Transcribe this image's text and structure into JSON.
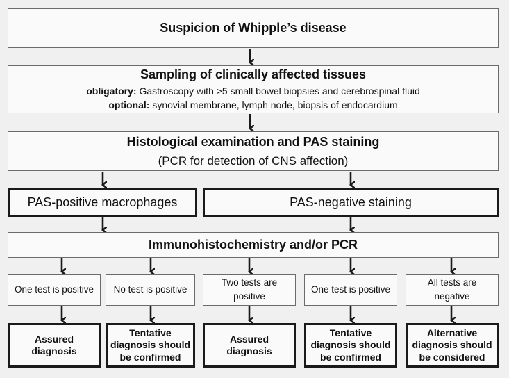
{
  "colors": {
    "background": "#f0f0f0",
    "box_fill": "#fafafa",
    "arrow": "#1a1a1a"
  },
  "top": {
    "title": "Suspicion of Whipple’s disease"
  },
  "sampling": {
    "title": "Sampling of clinically affected tissues",
    "obligatory_label": "obligatory:",
    "obligatory_text": " Gastroscopy with >5 small bowel biopsies and cerebrospinal fluid",
    "optional_label": "optional:",
    "optional_text": " synovial membrane, lymph node, biopsis of endocardium"
  },
  "histology": {
    "title": "Histological examination and PAS staining",
    "subtitle": "(PCR for detection of CNS affection)"
  },
  "pas_positive": {
    "label": "PAS-positive macrophages"
  },
  "pas_negative": {
    "label": "PAS-negative staining"
  },
  "immuno": {
    "title": "Immunohistochemistry and/or PCR"
  },
  "tests": [
    {
      "lines": [
        "One test is positive"
      ]
    },
    {
      "lines": [
        "No test is positive"
      ]
    },
    {
      "lines": [
        "Two tests are",
        "positive"
      ]
    },
    {
      "lines": [
        "One test is positive"
      ]
    },
    {
      "lines": [
        "All tests are",
        "negative"
      ]
    }
  ],
  "outcomes": [
    {
      "lines": [
        "Assured",
        "diagnosis"
      ]
    },
    {
      "lines": [
        "Tentative",
        "diagnosis should",
        "be confirmed"
      ]
    },
    {
      "lines": [
        "Assured",
        "diagnosis"
      ]
    },
    {
      "lines": [
        "Tentative",
        "diagnosis should",
        "be confirmed"
      ]
    },
    {
      "lines": [
        "Alternative",
        "diagnosis should",
        "be considered"
      ]
    }
  ]
}
